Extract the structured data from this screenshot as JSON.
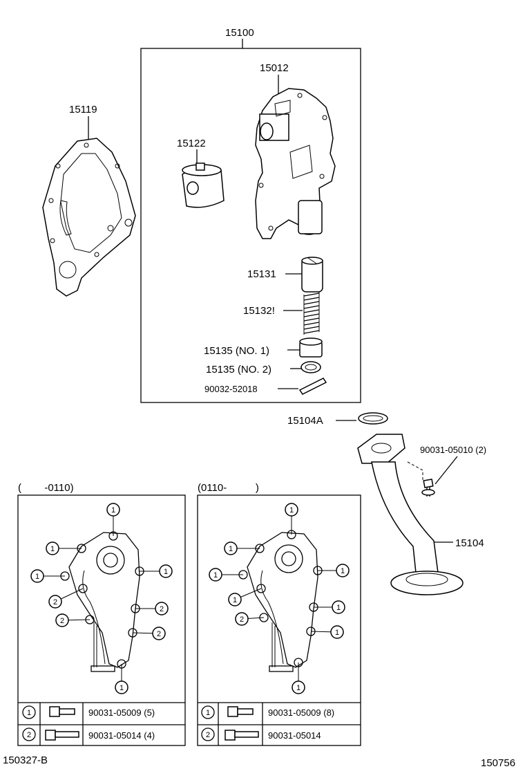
{
  "labels": {
    "pump_assy": "15100",
    "pump_body": "15012",
    "gasket": "15119",
    "rotor": "15122",
    "valve": "15131",
    "spring": "15132!",
    "retainer_no1": "15135 (NO. 1)",
    "retainer_no2": "15135 (NO. 2)",
    "pin": "90032-52018",
    "o_ring": "15104A",
    "bolt_strainer": "90031-05010 (2)",
    "strainer": "15104"
  },
  "variant_left": {
    "range_label": "(        -0110)",
    "bolt_table": [
      {
        "key": "1",
        "part": "90031-05009 (5)"
      },
      {
        "key": "2",
        "part": "90031-05014 (4)"
      }
    ],
    "callouts": [
      "1",
      "1",
      "1",
      "1",
      "2",
      "2",
      "2",
      "2",
      "1"
    ]
  },
  "variant_right": {
    "range_label": "(0110-          )",
    "bolt_table": [
      {
        "key": "1",
        "part": "90031-05009 (8)"
      },
      {
        "key": "2",
        "part": "90031-05014"
      }
    ],
    "callouts": [
      "1",
      "1",
      "1",
      "1",
      "1",
      "2",
      "1",
      "1",
      "1"
    ]
  },
  "footer": {
    "ref_left": "150327-B",
    "ref_right": "150756"
  }
}
